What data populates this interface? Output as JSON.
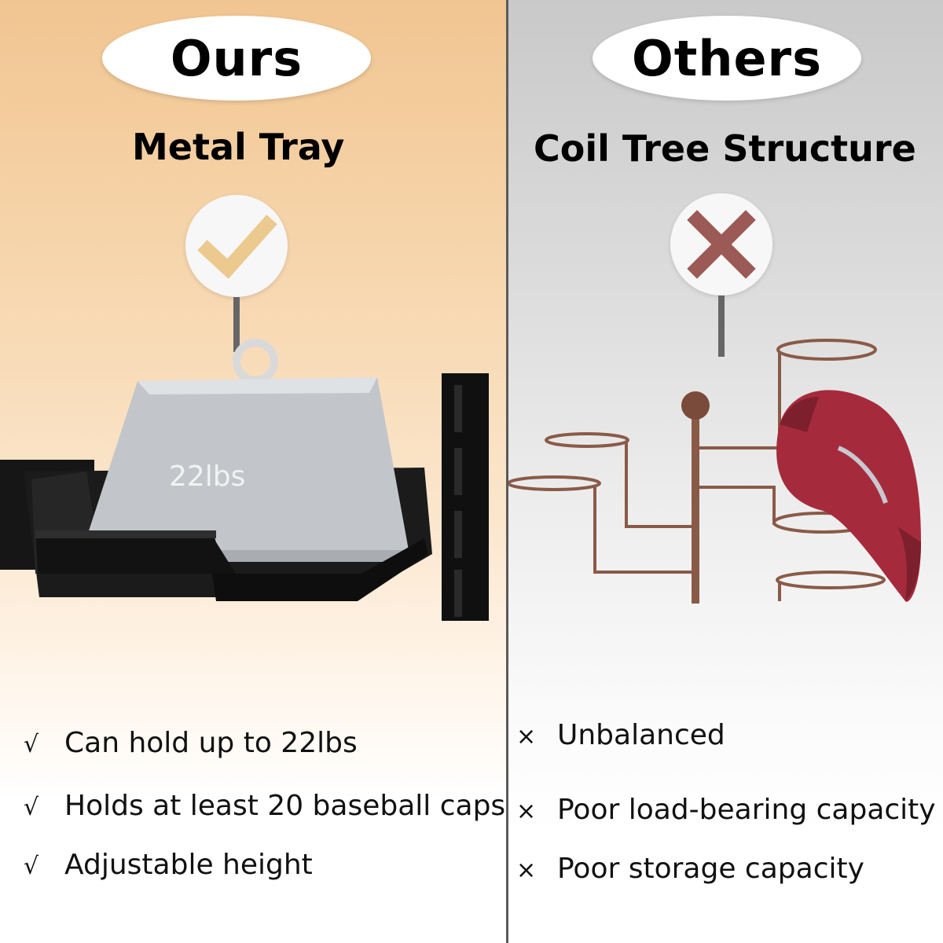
{
  "ours": {
    "heading": "Ours",
    "subheading": "Metal Tray",
    "badge_icon": "check-mark-icon",
    "weight_label": "22lbs",
    "features": [
      {
        "mark": "√",
        "text": "Can hold up to 22lbs"
      },
      {
        "mark": "√",
        "text": "Holds at least 20 baseball caps"
      },
      {
        "mark": "√",
        "text": "Adjustable height"
      }
    ]
  },
  "others": {
    "heading": "Others",
    "subheading": "Coil Tree Structure",
    "badge_icon": "cross-mark-icon",
    "features": [
      {
        "mark": "×",
        "text": "Unbalanced"
      },
      {
        "mark": "×",
        "text": "Poor load-bearing capacity"
      },
      {
        "mark": "×",
        "text": "Poor storage capacity"
      }
    ]
  },
  "colors": {
    "ours_bg": "#f1c591",
    "others_bg": "#c9c9c9",
    "check": "#ecc98e",
    "cross": "#9c5a56",
    "cap": "#a52b3c",
    "rack": "#8a5a48"
  }
}
